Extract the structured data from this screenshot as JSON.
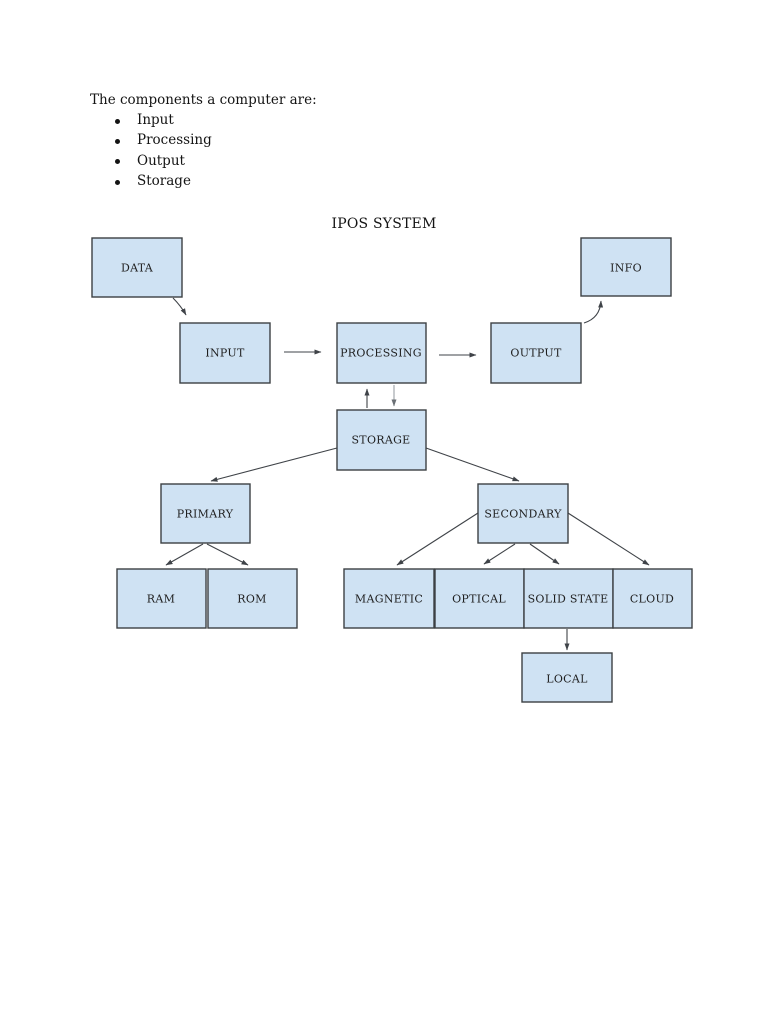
{
  "page": {
    "intro_text": "The components a computer are:",
    "bullet_items": [
      "Input",
      "Processing",
      "Output",
      "Storage"
    ],
    "diagram_title": "IPOS SYSTEM"
  },
  "diagram": {
    "colors": {
      "box_fill": "#cfe2f3",
      "box_border": "#3c4043",
      "arrow_dark": "#3f4348",
      "arrow_light": "#9aa0a6",
      "label_text": "#1f1f1f"
    },
    "boxes": [
      {
        "id": "data",
        "label": "DATA"
      },
      {
        "id": "input",
        "label": "INPUT"
      },
      {
        "id": "processing",
        "label": "PROCESSING"
      },
      {
        "id": "output",
        "label": "OUTPUT"
      },
      {
        "id": "info",
        "label": "INFO"
      },
      {
        "id": "storage",
        "label": "STORAGE"
      },
      {
        "id": "primary",
        "label": "PRIMARY"
      },
      {
        "id": "secondary",
        "label": "SECONDARY"
      },
      {
        "id": "ram",
        "label": "RAM"
      },
      {
        "id": "rom",
        "label": "ROM"
      },
      {
        "id": "magnetic",
        "label": "MAGNETIC"
      },
      {
        "id": "optical",
        "label": "OPTICAL"
      },
      {
        "id": "solid_state",
        "label": "SOLID STATE"
      },
      {
        "id": "cloud",
        "label": "CLOUD"
      },
      {
        "id": "local",
        "label": "LOCAL"
      }
    ]
  }
}
